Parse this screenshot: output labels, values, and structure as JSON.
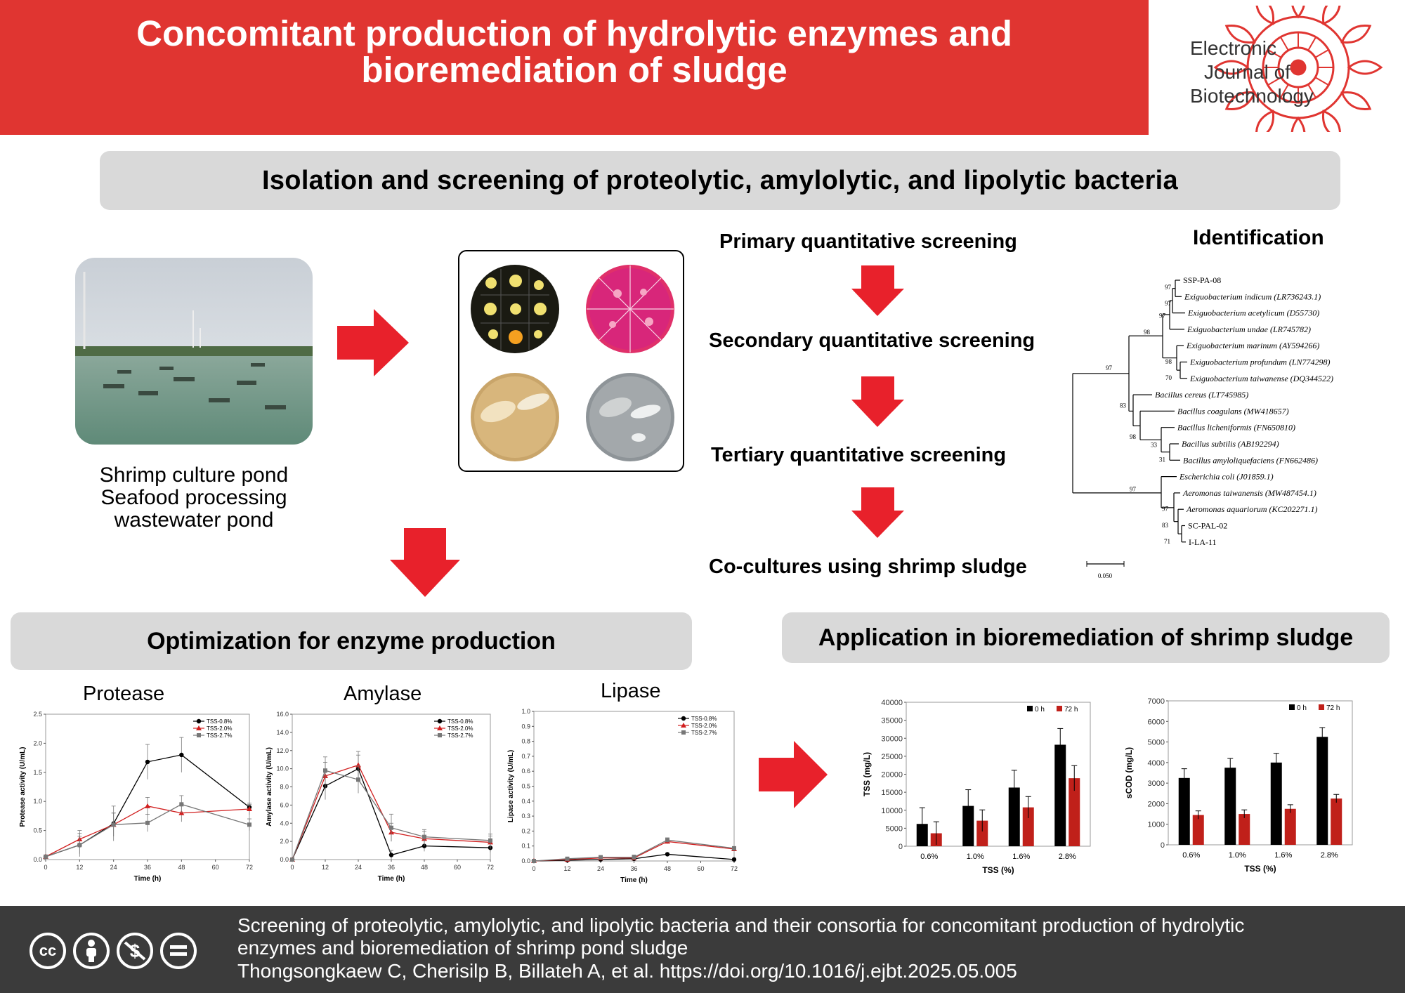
{
  "header": {
    "title_line1": "Concomitant production of hydrolytic enzymes and",
    "title_line2": "bioremediation of sludge",
    "logo_line1": "Electronic",
    "logo_line2": "Journal of",
    "logo_line3": "Biotechnology"
  },
  "sections": {
    "isolation": "Isolation and screening of proteolytic, amylolytic, and lipolytic bacteria",
    "optimization": "Optimization for enzyme production",
    "application": "Application in bioremediation of shrimp sludge"
  },
  "source": {
    "line1": "Shrimp culture pond",
    "line2": "Seafood processing",
    "line3": "wastewater pond"
  },
  "screening": {
    "step1": "Primary quantitative screening",
    "step2": "Secondary quantitative screening",
    "step3": "Tertiary quantitative screening",
    "step4": "Co-cultures using shrimp sludge"
  },
  "identification": {
    "title": "Identification",
    "taxa": [
      "SSP-PA-08",
      "Exiguobacterium indicum (LR736243.1)",
      "Exiguobacterium acetylicum (D55730)",
      "Exiguobacterium undae (LR745782)",
      "Exiguobacterium marinum (AY594266)",
      "Exiguobacterium profundum (LN774298)",
      "Exiguobacterium taiwanense (DQ344522)",
      "Bacillus cereus (LT745985)",
      "Bacillus coagulans (MW418657)",
      "Bacillus licheniformis (FN650810)",
      "Bacillus subtilis (AB192294)",
      "Bacillus amyloliquefaciens (FN662486)",
      "Escherichia coli (J01859.1)",
      "Aeromonas taiwanensis (MW487454.1)",
      "Aeromonas aquariorum (KC202271.1)",
      "SC-PAL-02",
      "I-LA-11"
    ],
    "bootstrap": [
      "97",
      "97",
      "97",
      "98",
      "98",
      "70",
      "97",
      "83",
      "98",
      "33",
      "31",
      "97",
      "97",
      "83",
      "71"
    ],
    "scale": "0.050"
  },
  "colors": {
    "header_red": "#e03531",
    "arrow_red": "#e8212b",
    "band_gray": "#d9d9d9",
    "footer_gray": "#3b3b3b",
    "bar_black": "#000000",
    "bar_red": "#c0201a"
  },
  "chart_data": [
    {
      "type": "line",
      "title": "Protease",
      "xlabel": "Time (h)",
      "ylabel": "Protease activity (U/mL)",
      "x": [
        0,
        12,
        24,
        36,
        48,
        72
      ],
      "xlim": [
        0,
        72
      ],
      "xticks": [
        "0",
        "12",
        "24",
        "36",
        "48",
        "60",
        "72"
      ],
      "ylim": [
        0,
        2.5
      ],
      "yticks": [
        "0.0",
        "0.5",
        "1.0",
        "1.5",
        "2.0",
        "2.5"
      ],
      "legend": "top-right",
      "series": [
        {
          "name": "TSS-0.8%",
          "values": [
            0.05,
            0.25,
            0.62,
            1.68,
            1.8,
            0.9
          ],
          "err": [
            0.02,
            0.15,
            0.3,
            0.3,
            0.3,
            0.05
          ]
        },
        {
          "name": "TSS-2.0%",
          "values": [
            0.05,
            0.35,
            0.6,
            0.92,
            0.8,
            0.87
          ],
          "err": [
            0.02,
            0.15,
            0.2,
            0.15,
            0.15,
            0.1
          ]
        },
        {
          "name": "TSS-2.7%",
          "values": [
            0.05,
            0.25,
            0.6,
            0.63,
            0.95,
            0.6
          ],
          "err": [
            0.02,
            0.2,
            0.2,
            0.15,
            0.15,
            0.1
          ]
        }
      ]
    },
    {
      "type": "line",
      "title": "Amylase",
      "xlabel": "Time (h)",
      "ylabel": "Amylase activity (U/mL)",
      "x": [
        0,
        12,
        24,
        36,
        48,
        72
      ],
      "xlim": [
        0,
        72
      ],
      "xticks": [
        "0",
        "12",
        "24",
        "36",
        "48",
        "60",
        "72"
      ],
      "ylim": [
        0,
        16
      ],
      "yticks": [
        "0.0",
        "2.0",
        "4.0",
        "6.0",
        "8.0",
        "10.0",
        "12.0",
        "14.0",
        "16.0"
      ],
      "legend": "top-right",
      "series": [
        {
          "name": "TSS-0.8%",
          "values": [
            0,
            8.1,
            10.0,
            0.5,
            1.5,
            1.3
          ],
          "err": [
            0,
            1.5,
            1.5,
            0.5,
            0.6,
            0.5
          ]
        },
        {
          "name": "TSS-2.0%",
          "values": [
            0,
            9.2,
            10.4,
            3.0,
            2.3,
            1.9
          ],
          "err": [
            0,
            1.5,
            1.5,
            1.0,
            0.8,
            0.7
          ]
        },
        {
          "name": "TSS-2.7%",
          "values": [
            0,
            9.8,
            8.8,
            3.5,
            2.5,
            2.1
          ],
          "err": [
            0,
            1.5,
            1.5,
            1.5,
            0.8,
            0.7
          ]
        }
      ]
    },
    {
      "type": "line",
      "title": "Lipase",
      "xlabel": "Time (h)",
      "ylabel": "Lipase activity (U/mL)",
      "x": [
        0,
        12,
        24,
        36,
        48,
        72
      ],
      "xlim": [
        0,
        72
      ],
      "xticks": [
        "0",
        "12",
        "24",
        "36",
        "48",
        "60",
        "72"
      ],
      "ylim": [
        0,
        1.0
      ],
      "yticks": [
        "0.0",
        "0.1",
        "0.2",
        "0.3",
        "0.4",
        "0.5",
        "0.6",
        "0.7",
        "0.8",
        "0.9",
        "1.0"
      ],
      "legend": "top-right",
      "series": [
        {
          "name": "TSS-0.8%",
          "values": [
            0,
            0.005,
            0.01,
            0.015,
            0.045,
            0.01
          ],
          "err": [
            0,
            0.005,
            0.005,
            0.01,
            0.005,
            0.005
          ]
        },
        {
          "name": "TSS-2.0%",
          "values": [
            0,
            0.01,
            0.02,
            0.02,
            0.13,
            0.08
          ],
          "err": [
            0,
            0.01,
            0.01,
            0.015,
            0.015,
            0.01
          ]
        },
        {
          "name": "TSS-2.7%",
          "values": [
            0,
            0.015,
            0.025,
            0.025,
            0.14,
            0.085
          ],
          "err": [
            0,
            0.01,
            0.01,
            0.015,
            0.015,
            0.01
          ]
        }
      ]
    },
    {
      "type": "bar",
      "categories": [
        "0.6%",
        "1.0%",
        "1.6%",
        "2.8%"
      ],
      "xlabel": "TSS (%)",
      "ylabel": "TSS (mg/L)",
      "ylim": [
        0,
        40000
      ],
      "yticks": [
        "0",
        "5000",
        "10000",
        "15000",
        "20000",
        "25000",
        "30000",
        "35000",
        "40000"
      ],
      "legend": "top-right",
      "series": [
        {
          "name": "0 h",
          "values": [
            6200,
            11200,
            16300,
            28200
          ],
          "err": [
            4500,
            4500,
            4800,
            4500
          ]
        },
        {
          "name": "72 h",
          "values": [
            3600,
            7100,
            10800,
            18900
          ],
          "err": [
            3200,
            3000,
            3000,
            3500
          ]
        }
      ]
    },
    {
      "type": "bar",
      "categories": [
        "0.6%",
        "1.0%",
        "1.6%",
        "2.8%"
      ],
      "xlabel": "TSS (%)",
      "ylabel": "sCOD (mg/L)",
      "ylim": [
        0,
        7000
      ],
      "yticks": [
        "0",
        "1000",
        "2000",
        "3000",
        "4000",
        "5000",
        "6000",
        "7000"
      ],
      "legend": "top-right",
      "series": [
        {
          "name": "0 h",
          "values": [
            3250,
            3750,
            4000,
            5250
          ],
          "err": [
            450,
            450,
            450,
            450
          ]
        },
        {
          "name": "72 h",
          "values": [
            1450,
            1500,
            1750,
            2250
          ],
          "err": [
            200,
            200,
            200,
            200
          ]
        }
      ]
    }
  ],
  "footer": {
    "line1": "Screening of proteolytic, amylolytic, and lipolytic bacteria and their consortia for concomitant production of hydrolytic",
    "line2": "enzymes and bioremediation of shrimp pond sludge",
    "line3": "Thongsongkaew C, Cherisilp B, Billateh A, et al. https://doi.org/10.1016/j.ejbt.2025.05.005",
    "license_icons": [
      "cc-icon",
      "by-icon",
      "nc-icon",
      "nd-icon"
    ],
    "cc_label": "cc"
  }
}
